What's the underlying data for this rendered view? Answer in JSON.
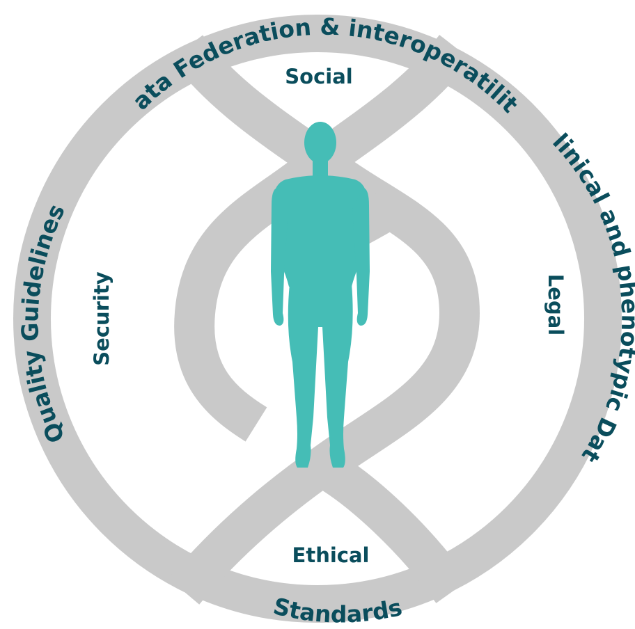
{
  "colors": {
    "ring": "#c9c9c9",
    "text": "#0a4d5c",
    "figure": "#45bdb6",
    "background": "#ffffff"
  },
  "figure_icon": "human-figure-icon",
  "ring_labels": {
    "top": "Data Federation & interoperatility",
    "right": "Clinical and phenotypic Data",
    "bottom": "Standards",
    "left": "Quality Guidelines"
  },
  "inner_labels": {
    "top": "Social",
    "right": "Legal",
    "bottom": "Ethical",
    "left": "Security"
  }
}
